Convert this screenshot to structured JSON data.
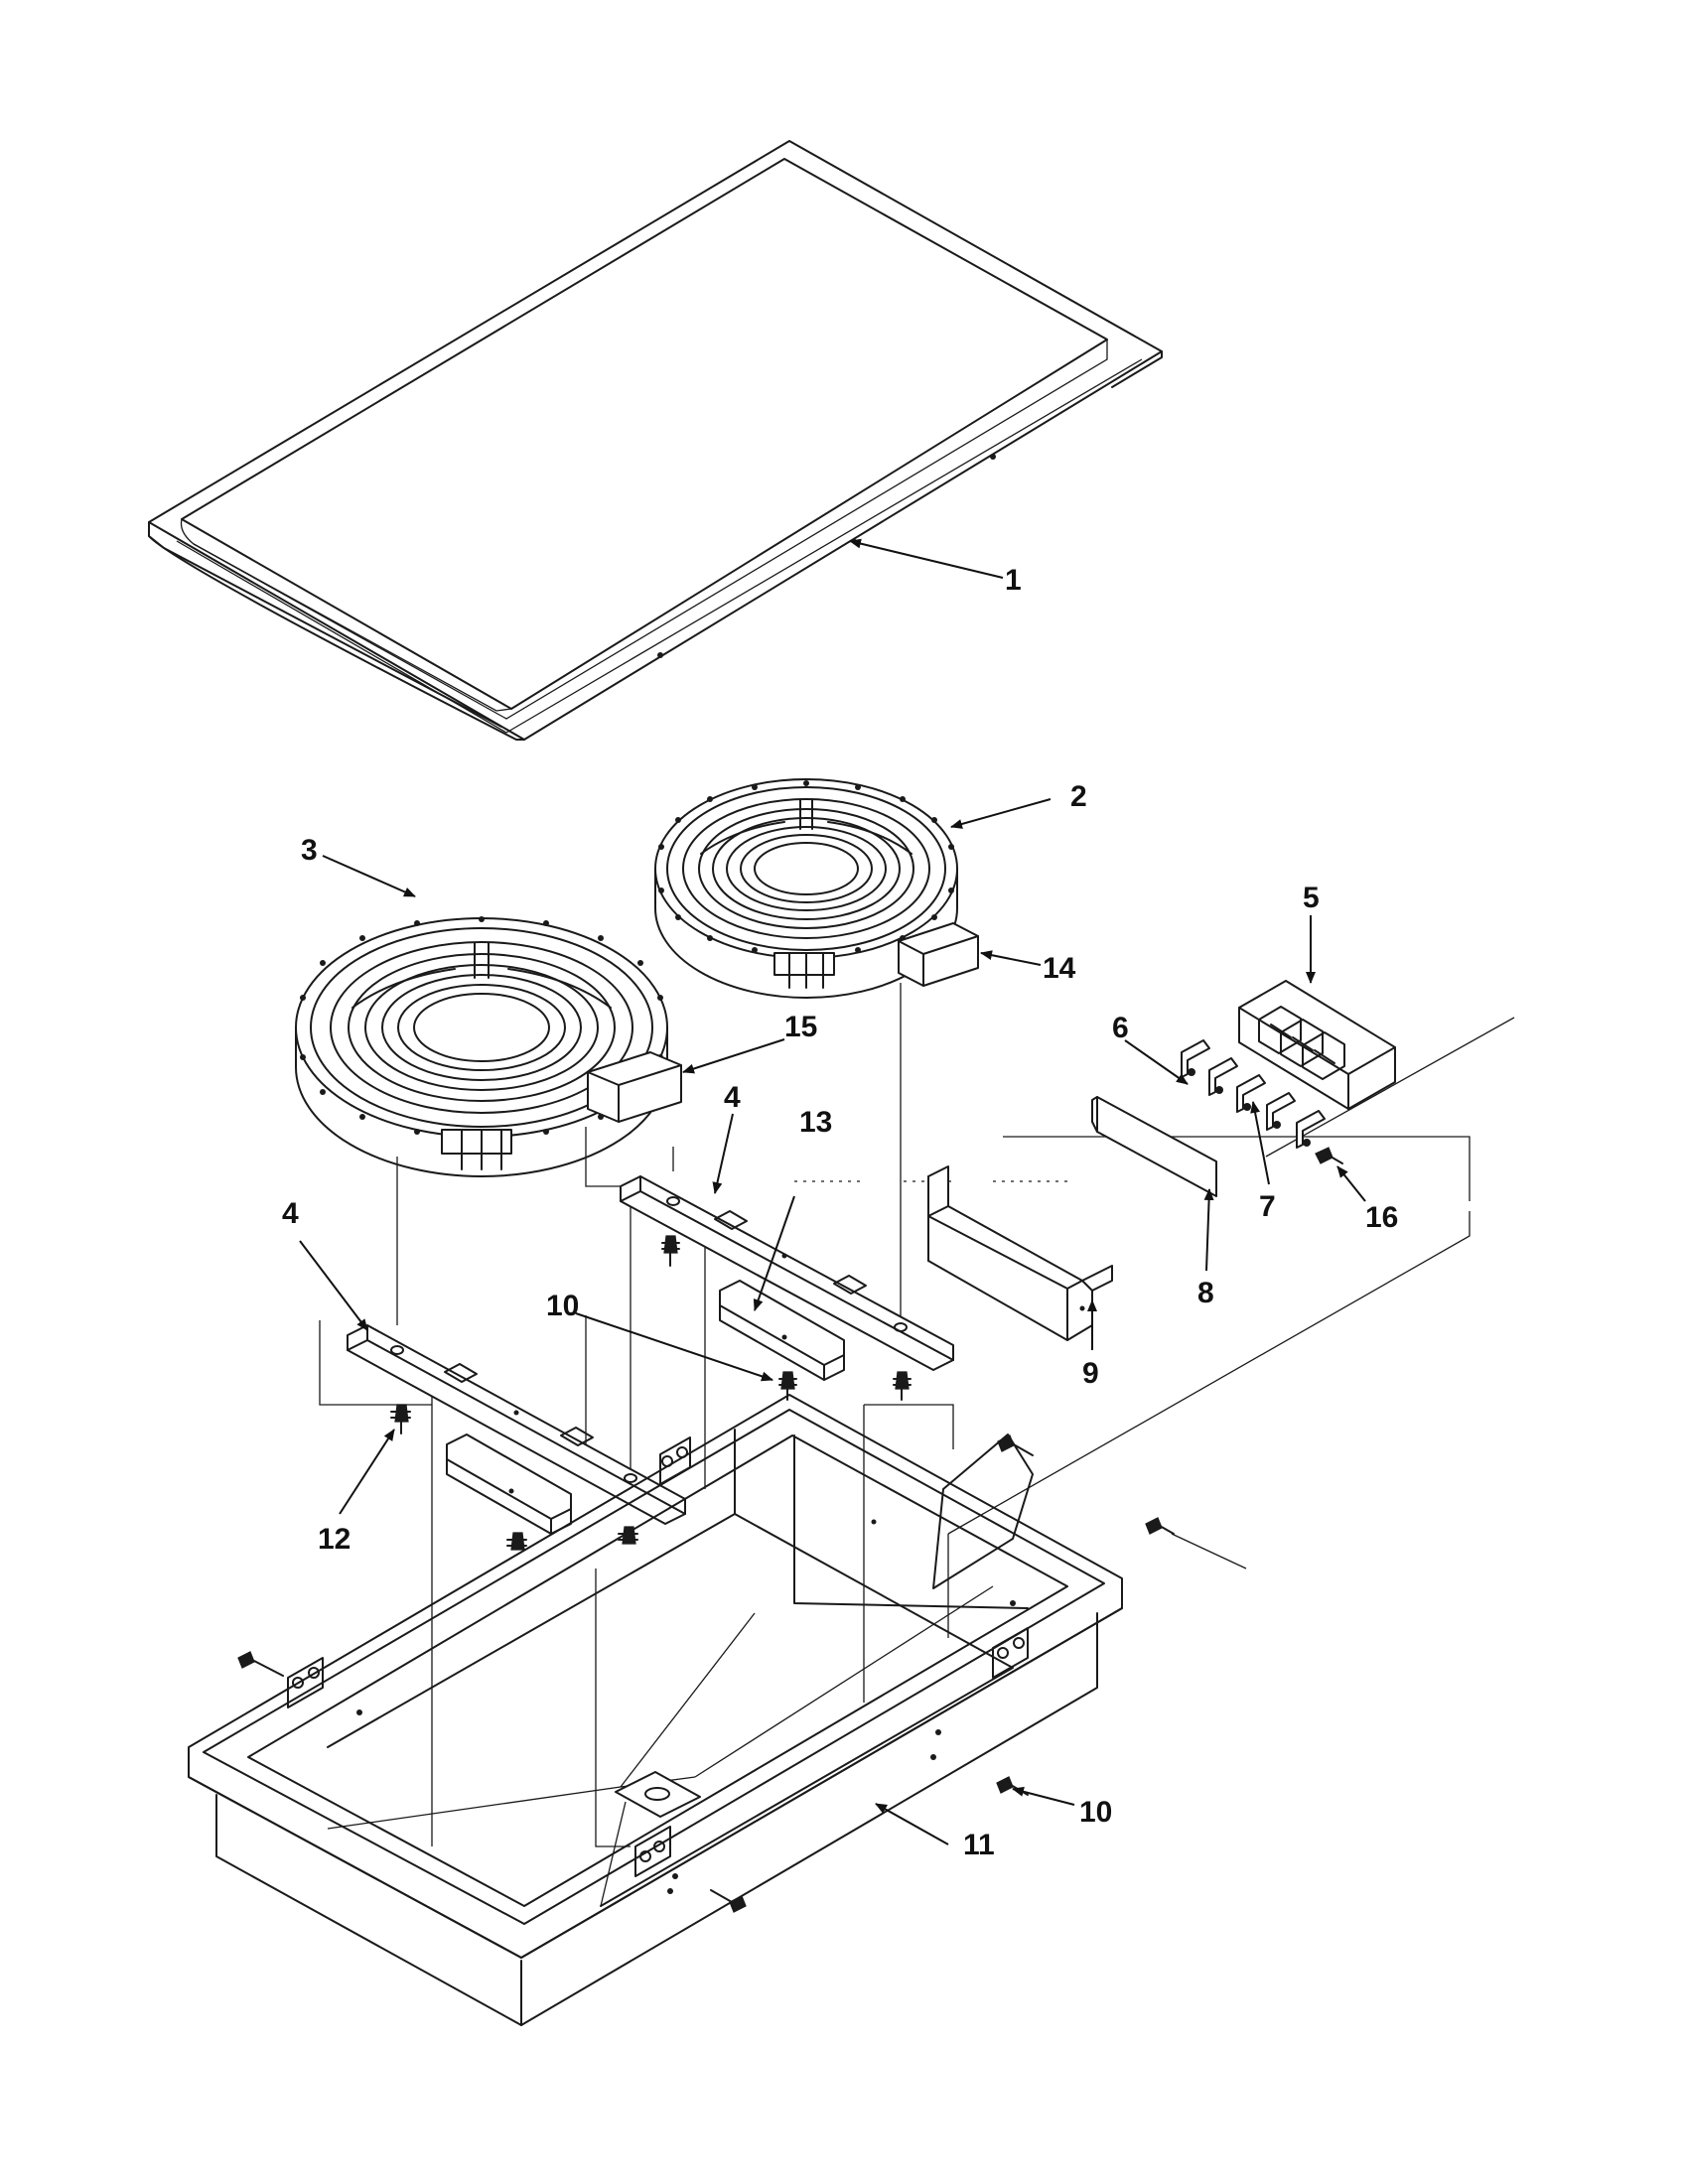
{
  "callouts": {
    "c1": "1",
    "c2": "2",
    "c3": "3",
    "c4a": "4",
    "c4b": "4",
    "c5": "5",
    "c6": "6",
    "c7": "7",
    "c8": "8",
    "c9": "9",
    "c10a": "10",
    "c10b": "10",
    "c11": "11",
    "c12": "12",
    "c13": "13",
    "c14": "14",
    "c15": "15",
    "c16": "16"
  },
  "parts": {
    "glass_cooktop": "glass-cooktop",
    "burner_small": "radiant-element-small",
    "burner_large": "radiant-element-large",
    "support_bracket": "support-bracket",
    "terminal_block": "terminal-block",
    "terminal_clip": "terminal-clip",
    "terminal_shield": "terminal-shield",
    "block_bracket": "terminal-block-bracket",
    "screw": "screw",
    "burner_box": "burner-box",
    "spring_screw": "spring-screw",
    "clamp_channel": "clamp-channel",
    "limiter_small": "limiter",
    "limiter_large": "limiter"
  }
}
